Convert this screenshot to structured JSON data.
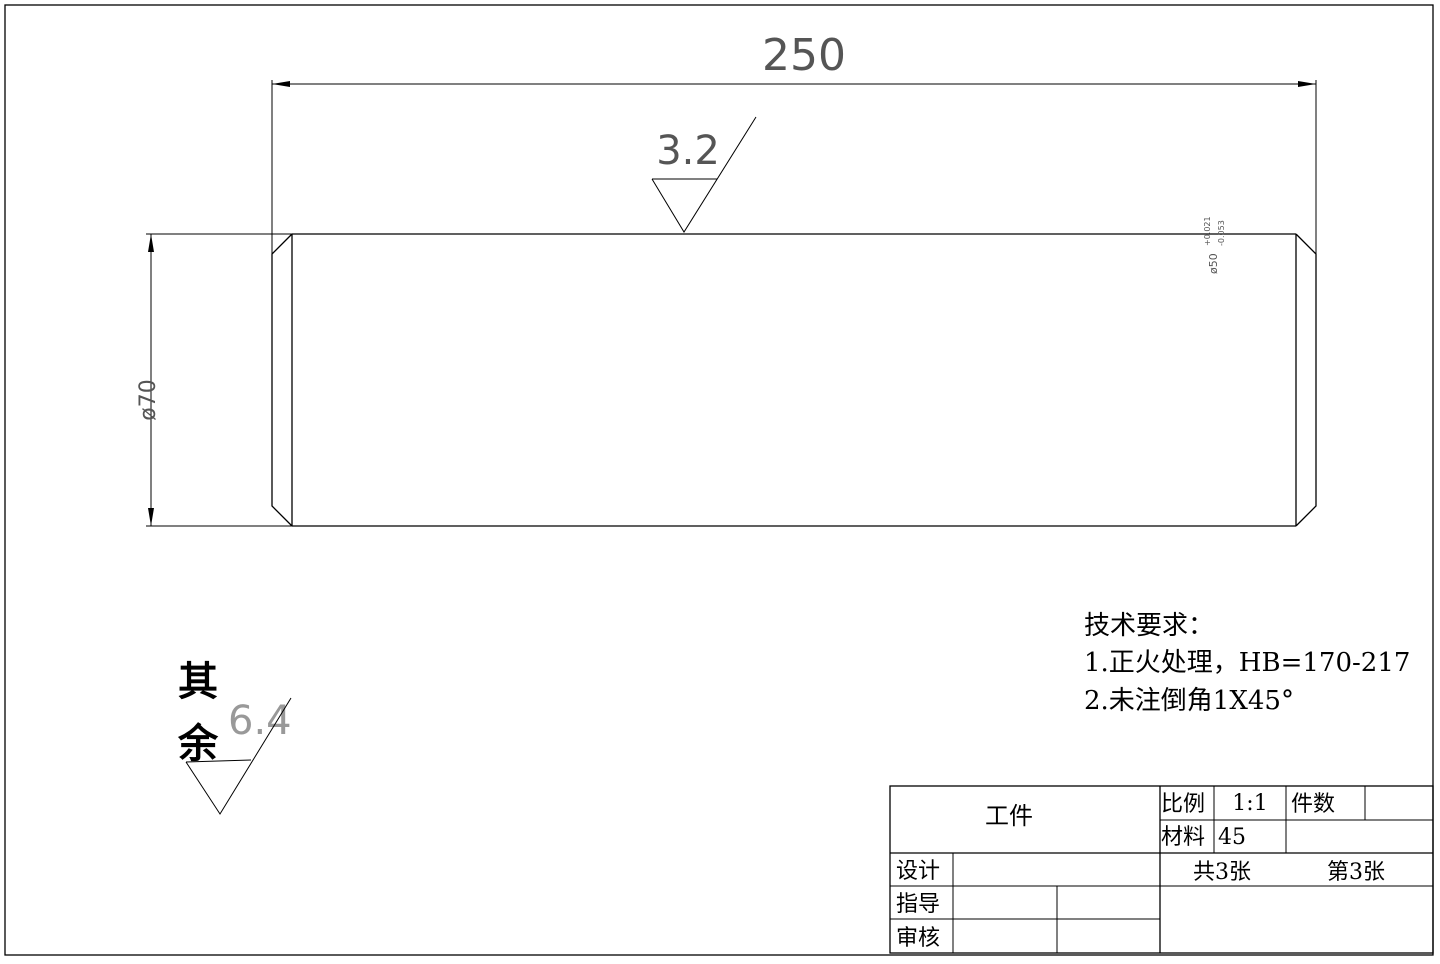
{
  "drawing": {
    "length_dim": "250",
    "diameter_dim": "ø70",
    "roughness_top": "3.2",
    "tolerance_note": {
      "base": "ø50",
      "upper": "+0.021",
      "lower": "-0.053"
    },
    "remaining_roughness": {
      "label_line1": "其",
      "label_line2": "余",
      "value": "6.4"
    }
  },
  "tech_requirements": {
    "title": "技术要求：",
    "items": [
      "1.正火处理，HB=170-217",
      "2.未注倒角1X45°"
    ]
  },
  "title_block": {
    "part_name": "工件",
    "scale_label": "比例",
    "scale_value": "1:1",
    "quantity_label": "件数",
    "quantity_value": "",
    "material_label": "材料",
    "material_value": "45",
    "design_label": "设计",
    "guide_label": "指导",
    "review_label": "审核",
    "total_sheets": "共3张",
    "sheet_number": "第3张"
  }
}
